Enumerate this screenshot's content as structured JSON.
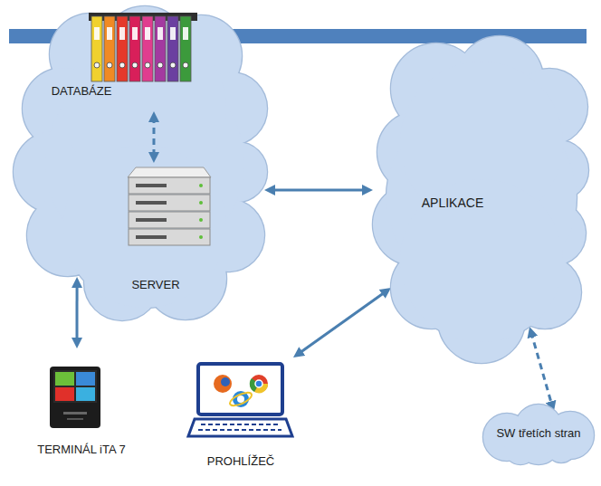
{
  "diagram": {
    "nodes": [
      {
        "text": [
          "DATABÁZE"
        ]
      },
      {
        "text": [
          "SERVER"
        ]
      },
      {
        "text": [
          "APLIKACE"
        ]
      },
      {
        "text": [
          "TERMINÁL iTA 7"
        ]
      },
      {
        "text": [
          "PROHLÍŽEČ"
        ]
      },
      {
        "text": [
          "SW třetích stran"
        ]
      }
    ],
    "edges": [
      {
        "from": 0,
        "to": 1,
        "arrow": "both"
      },
      {
        "from": 1,
        "to": 2,
        "arrow": "both"
      },
      {
        "from": 1,
        "to": 3,
        "arrow": "both"
      },
      {
        "from": 4,
        "to": 2,
        "arrow": "both"
      },
      {
        "from": 2,
        "to": 5,
        "arrow": "both"
      }
    ]
  }
}
